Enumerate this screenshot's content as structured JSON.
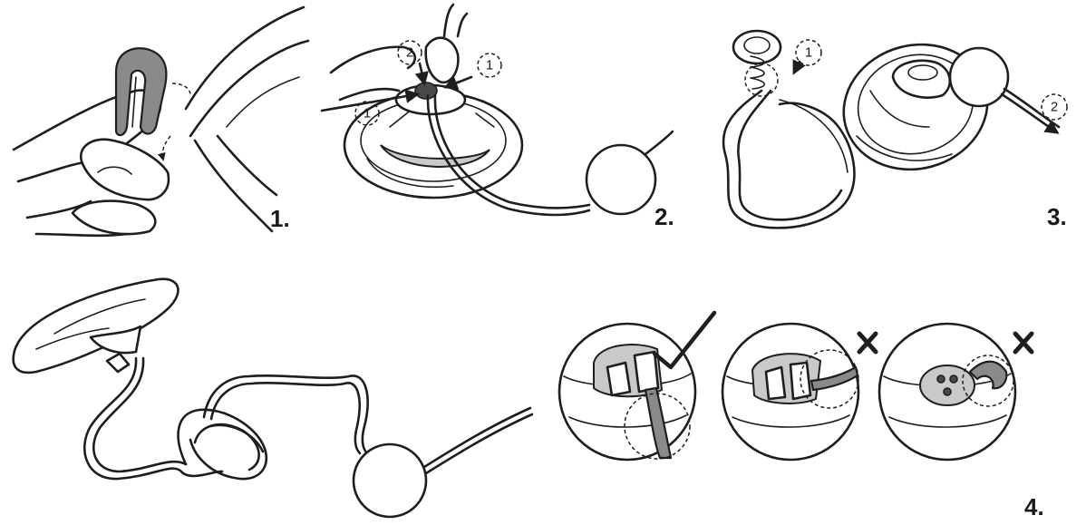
{
  "steps": [
    {
      "number": "1."
    },
    {
      "number": "2."
    },
    {
      "number": "3."
    },
    {
      "number": "4."
    }
  ],
  "callouts": {
    "step2": [
      "2",
      "1",
      "1"
    ],
    "step3": [
      "1",
      "2"
    ]
  },
  "marks": {
    "correct": "check-icon",
    "wrong": "cross-icon"
  },
  "colors": {
    "line": "#1e1e1e",
    "shade": "#8a8a8a",
    "background": "#ffffff"
  }
}
